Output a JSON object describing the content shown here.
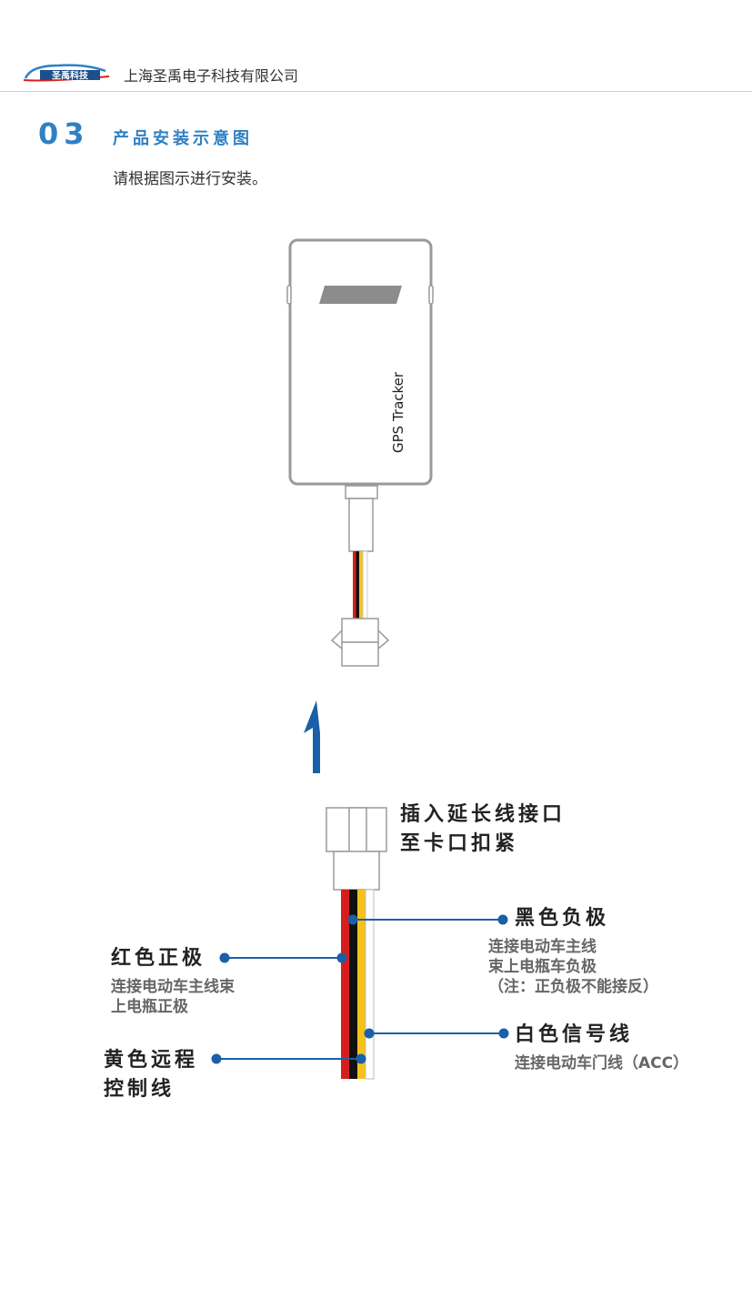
{
  "header": {
    "logo_text": "圣禹科技",
    "company_name": "上海圣禹电子科技有限公司"
  },
  "section": {
    "number": "03",
    "title": "产品安装示意图",
    "intro": "请根据图示进行安装。"
  },
  "device": {
    "label": "GPS Tracker"
  },
  "plug": {
    "line1": "插入延长线接口",
    "line2": "至卡口扣紧"
  },
  "wires": {
    "black": {
      "title": "黑色负极",
      "desc": [
        "连接电动车主线",
        "束上电瓶车负极",
        "（注：正负极不能接反）"
      ],
      "color": "#111111"
    },
    "red": {
      "title": "红色正极",
      "desc": [
        "连接电动车主线束",
        "上电瓶正极"
      ],
      "color": "#d71e1e"
    },
    "white": {
      "title": "白色信号线",
      "desc": [
        "连接电动车门线（ACC）"
      ],
      "color": "#ffffff"
    },
    "yellow": {
      "title": [
        "黄色远程",
        "控制线"
      ],
      "color": "#f5c21a"
    }
  },
  "colors": {
    "accent": "#2f80c4",
    "leader": "#1a5fa8"
  }
}
